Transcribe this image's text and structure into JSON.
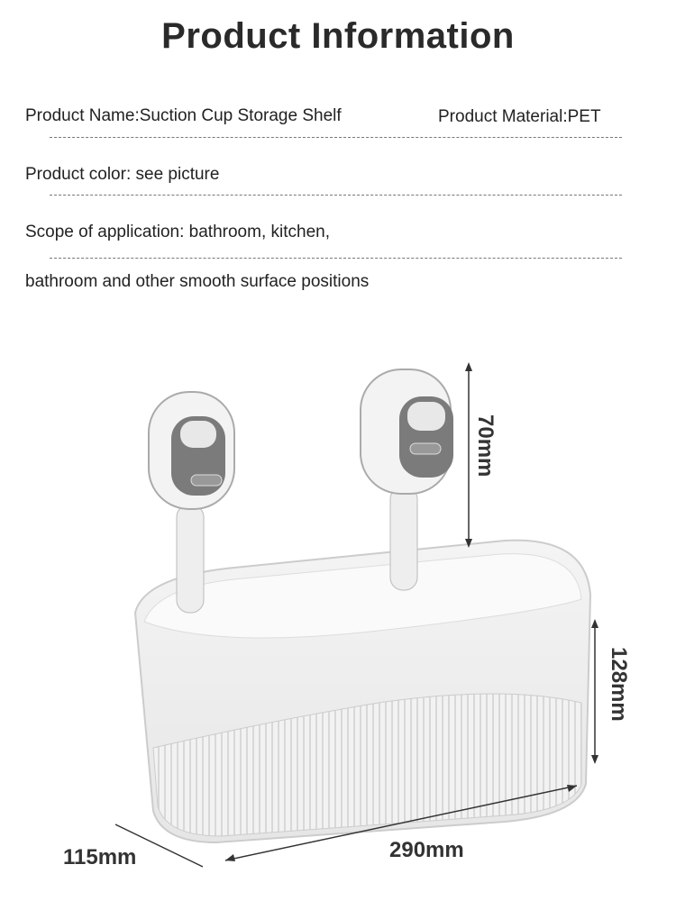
{
  "title": "Product Information",
  "info": {
    "name": "Product Name:Suction Cup Storage Shelf",
    "material": "Product Material:PET",
    "color": "Product color: see picture",
    "scope_line1": "Scope of application: bathroom, kitchen,",
    "scope_line2": "bathroom and other smooth surface positions"
  },
  "dimensions": {
    "hook_height": "70mm",
    "basket_height": "128mm",
    "depth": "115mm",
    "width": "290mm"
  }
}
